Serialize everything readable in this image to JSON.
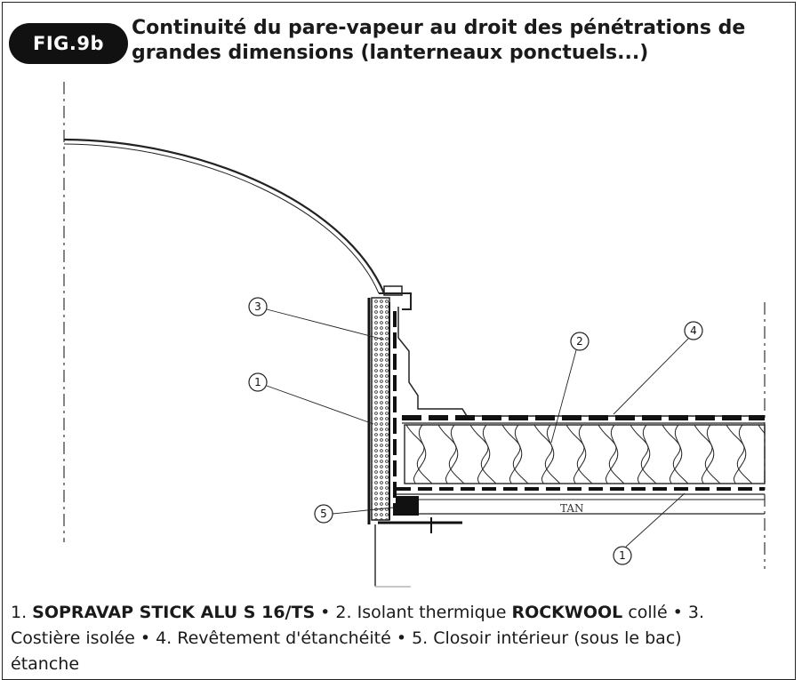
{
  "figure": {
    "badge": "FIG.9b",
    "title_line1": "Continuité du pare-vapeur au droit des pénétrations de",
    "title_line2": "grandes dimensions (lanterneaux ponctuels...)"
  },
  "drawing": {
    "callouts": [
      "3",
      "2",
      "4",
      "1",
      "5",
      "1"
    ],
    "tan_label": "TAN"
  },
  "caption": {
    "item1_num": "1. ",
    "item1_bold": "SOPRAVAP STICK ALU S 16/TS",
    "item2_pre": " • 2. Isolant thermique ",
    "item2_bold": "ROCKWOOL",
    "item2_post": " collé • 3.",
    "line2": "Costière isolée • 4. Revêtement d'étanchéité • 5. Closoir intérieur (sous le bac)",
    "line3": "étanche"
  }
}
